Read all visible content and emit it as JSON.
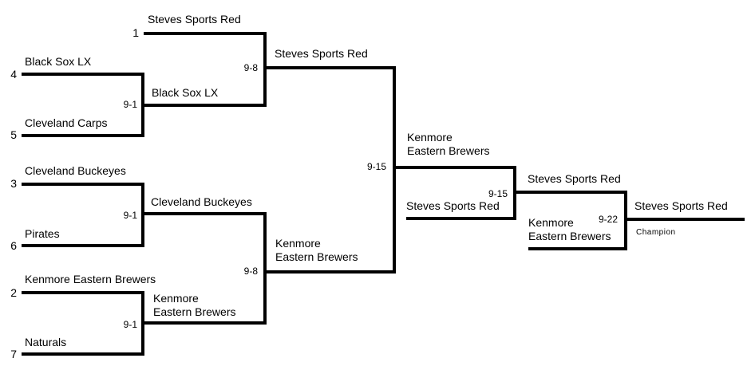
{
  "round1": {
    "seeds": [
      "1",
      "4",
      "5",
      "3",
      "6",
      "2",
      "7"
    ],
    "teams": [
      "Steves Sports Red",
      "Black Sox LX",
      "Cleveland Carps",
      "Cleveland Buckeyes",
      "Pirates",
      "Kenmore Eastern Brewers",
      "Naturals"
    ],
    "scores": [
      "9-1",
      "9-1",
      "9-1"
    ]
  },
  "round2": {
    "teams": [
      "Black Sox LX",
      "Cleveland Buckeyes",
      "Kenmore",
      "Eastern Brewers"
    ],
    "scores": [
      "9-8",
      "9-8"
    ]
  },
  "round3": {
    "teams": [
      "Steves Sports Red",
      "Kenmore",
      "Eastern Brewers"
    ],
    "score": "9-15"
  },
  "semis": {
    "teams": [
      "Kenmore",
      "Eastern Brewers",
      "Steves Sports Red"
    ],
    "score": "9-15"
  },
  "final": {
    "teams": [
      "Steves Sports Red",
      "Kenmore",
      "Eastern Brewers"
    ],
    "score": "9-22"
  },
  "champion": {
    "team": "Steves Sports Red",
    "label": "Champion"
  }
}
